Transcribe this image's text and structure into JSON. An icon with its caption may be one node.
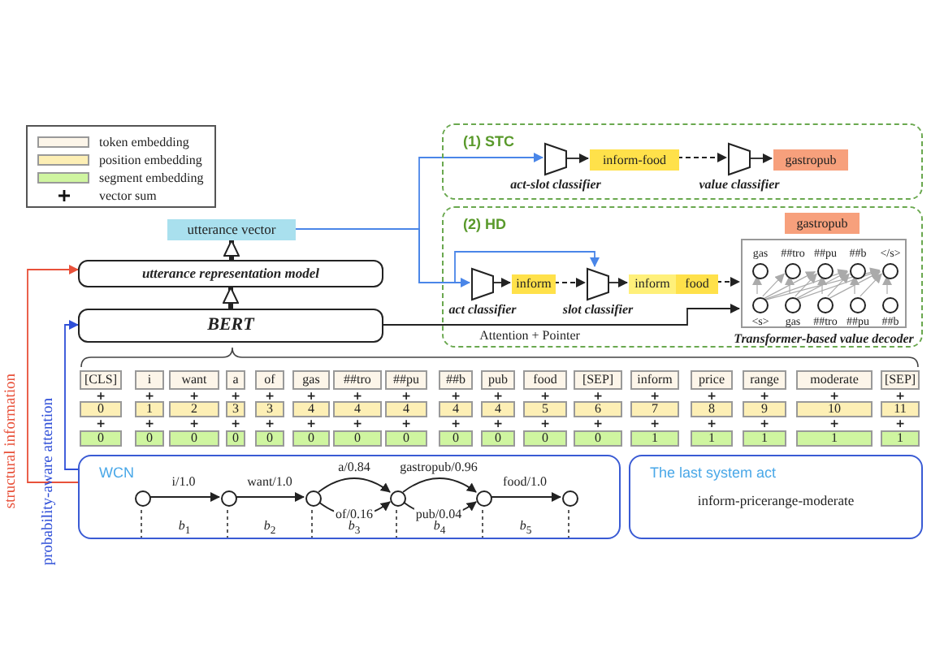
{
  "diagram": {
    "nodes": [
      {
        "text": [
          "utterance vector"
        ]
      },
      {
        "text": [
          "(1) STC"
        ]
      },
      {
        "text": [],
        "shape": "trapezoid",
        "in": 1,
        "beside": [
          "act-slot classifier"
        ]
      },
      {
        "text": [
          "inform-food"
        ],
        "in": 1
      },
      {
        "text": [],
        "shape": "trapezoid",
        "in": 1,
        "beside": [
          "value classifier"
        ]
      },
      {
        "text": [
          "gastropub"
        ],
        "in": 1
      },
      {
        "text": [
          "(2) HD"
        ]
      },
      {
        "text": [
          "gastropub"
        ],
        "in": 6
      },
      {
        "text": [
          "Transformer-based value decoder"
        ],
        "in": 6
      },
      {
        "text": [],
        "shape": "circle",
        "in": 8,
        "beside": [
          "gas"
        ]
      },
      {
        "text": [],
        "shape": "circle",
        "in": 8,
        "beside": [
          "##tro"
        ]
      },
      {
        "text": [],
        "shape": "circle",
        "in": 8,
        "beside": [
          "##pu"
        ]
      },
      {
        "text": [],
        "shape": "circle",
        "in": 8,
        "beside": [
          "##b"
        ]
      },
      {
        "text": [],
        "shape": "circle",
        "in": 8,
        "beside": [
          "</s>"
        ]
      },
      {
        "text": [],
        "shape": "circle",
        "in": 8,
        "beside": [
          "<s>"
        ]
      },
      {
        "text": [],
        "shape": "circle",
        "in": 8,
        "beside": [
          "gas"
        ]
      },
      {
        "text": [],
        "shape": "circle",
        "in": 8,
        "beside": [
          "##tro"
        ]
      },
      {
        "text": [],
        "shape": "circle",
        "in": 8,
        "beside": [
          "##pu"
        ]
      },
      {
        "text": [],
        "shape": "circle",
        "in": 8,
        "beside": [
          "##b"
        ]
      },
      {
        "text": [],
        "shape": "trapezoid",
        "in": 6,
        "beside": [
          "act classifier"
        ]
      },
      {
        "text": [
          "inform"
        ],
        "in": 6
      },
      {
        "text": [],
        "shape": "trapezoid",
        "in": 6,
        "beside": [
          "slot classifier"
        ]
      },
      {
        "text": [
          "inform"
        ],
        "in": 6
      },
      {
        "text": [
          "food"
        ],
        "in": 6
      },
      {
        "text": [
          "utterance representation model"
        ]
      },
      {
        "text": [
          "BERT"
        ]
      },
      {
        "text": [
          "[CLS]"
        ]
      },
      {
        "text": [
          "i"
        ]
      },
      {
        "text": [
          "want"
        ]
      },
      {
        "text": [
          "a"
        ]
      },
      {
        "text": [
          "of"
        ]
      },
      {
        "text": [
          "gas"
        ]
      },
      {
        "text": [
          "##tro"
        ]
      },
      {
        "text": [
          "##pu"
        ]
      },
      {
        "text": [
          "##b"
        ]
      },
      {
        "text": [
          "pub"
        ]
      },
      {
        "text": [
          "food"
        ]
      },
      {
        "text": [
          "[SEP]"
        ]
      },
      {
        "text": [
          "inform"
        ]
      },
      {
        "text": [
          "price"
        ]
      },
      {
        "text": [
          "range"
        ]
      },
      {
        "text": [
          "moderate"
        ]
      },
      {
        "text": [
          "[SEP]"
        ]
      },
      {
        "text": [
          "0"
        ]
      },
      {
        "text": [
          "1"
        ]
      },
      {
        "text": [
          "2"
        ]
      },
      {
        "text": [
          "3"
        ]
      },
      {
        "text": [
          "3"
        ]
      },
      {
        "text": [
          "4"
        ]
      },
      {
        "text": [
          "4"
        ]
      },
      {
        "text": [
          "4"
        ]
      },
      {
        "text": [
          "4"
        ]
      },
      {
        "text": [
          "4"
        ]
      },
      {
        "text": [
          "5"
        ]
      },
      {
        "text": [
          "6"
        ]
      },
      {
        "text": [
          "7"
        ]
      },
      {
        "text": [
          "8"
        ]
      },
      {
        "text": [
          "9"
        ]
      },
      {
        "text": [
          "10"
        ]
      },
      {
        "text": [
          "11"
        ]
      },
      {
        "text": [
          "0"
        ]
      },
      {
        "text": [
          "0"
        ]
      },
      {
        "text": [
          "0"
        ]
      },
      {
        "text": [
          "0"
        ]
      },
      {
        "text": [
          "0"
        ]
      },
      {
        "text": [
          "0"
        ]
      },
      {
        "text": [
          "0"
        ]
      },
      {
        "text": [
          "0"
        ]
      },
      {
        "text": [
          "0"
        ]
      },
      {
        "text": [
          "0"
        ]
      },
      {
        "text": [
          "0"
        ]
      },
      {
        "text": [
          "0"
        ]
      },
      {
        "text": [
          "1"
        ]
      },
      {
        "text": [
          "1"
        ]
      },
      {
        "text": [
          "1"
        ]
      },
      {
        "text": [
          "1"
        ]
      },
      {
        "text": [
          "1"
        ]
      },
      {
        "text": [
          "WCN"
        ]
      },
      {
        "text": [],
        "shape": "circle",
        "in": 77
      },
      {
        "text": [],
        "shape": "circle",
        "in": 77
      },
      {
        "text": [],
        "shape": "circle",
        "in": 77
      },
      {
        "text": [],
        "shape": "circle",
        "in": 77
      },
      {
        "text": [],
        "shape": "circle",
        "in": 77
      },
      {
        "text": [],
        "shape": "circle",
        "in": 77
      },
      {
        "text": [
          "The last system act",
          "inform-pricerange-moderate"
        ]
      }
    ],
    "edges": [
      {
        "from": 0,
        "to": 2,
        "arrow": "to",
        "color": "#4a86e8"
      },
      {
        "from": 0,
        "to": 19,
        "arrow": "to",
        "color": "#4a86e8"
      },
      {
        "from": 0,
        "to": 21,
        "arrow": "to",
        "color": "#4a86e8"
      },
      {
        "from": 2,
        "to": 3,
        "arrow": "to"
      },
      {
        "from": 3,
        "to": 4,
        "arrow": "to",
        "style": "dashed"
      },
      {
        "from": 4,
        "to": 5,
        "arrow": "to"
      },
      {
        "from": 19,
        "to": 20,
        "arrow": "to"
      },
      {
        "from": 20,
        "to": 21,
        "arrow": "to",
        "style": "dashed"
      },
      {
        "from": 21,
        "to": 22,
        "arrow": "to"
      },
      {
        "from": 23,
        "to": 8,
        "arrow": "to",
        "style": "dashed"
      },
      {
        "from": 25,
        "to": 8,
        "arrow": "to",
        "label": "Attention + Pointer"
      },
      {
        "from": 25,
        "to": 24,
        "arrow": "to",
        "style": "thick"
      },
      {
        "from": 24,
        "to": 0,
        "arrow": "to",
        "style": "thick"
      },
      {
        "from": 77,
        "to": 24,
        "arrow": "to",
        "label": "structural information",
        "color": "#e8513a"
      },
      {
        "from": 77,
        "to": 25,
        "arrow": "to",
        "label": "probability-aware attention",
        "color": "#2f4fd8"
      },
      {
        "from": 78,
        "to": 79,
        "arrow": "to",
        "label": "i/1.0"
      },
      {
        "from": 79,
        "to": 80,
        "arrow": "to",
        "label": "want/1.0"
      },
      {
        "from": 80,
        "to": 81,
        "arrow": "to",
        "label": "a/0.84"
      },
      {
        "from": 80,
        "to": 81,
        "arrow": "to",
        "label": "of/0.16"
      },
      {
        "from": 81,
        "to": 82,
        "arrow": "to",
        "label": "gastropub/0.96"
      },
      {
        "from": 81,
        "to": 82,
        "arrow": "to",
        "label": "pub/0.04"
      },
      {
        "from": 82,
        "to": 83,
        "arrow": "to",
        "label": "food/1.0"
      },
      {
        "from": 14,
        "to": 9,
        "arrow": "to",
        "color": "#aaaaaa"
      },
      {
        "from": 14,
        "to": 10,
        "arrow": "to",
        "color": "#aaaaaa"
      },
      {
        "from": 14,
        "to": 11,
        "arrow": "to",
        "color": "#aaaaaa"
      },
      {
        "from": 14,
        "to": 12,
        "arrow": "to",
        "color": "#aaaaaa"
      },
      {
        "from": 14,
        "to": 13,
        "arrow": "to",
        "color": "#aaaaaa"
      },
      {
        "from": 15,
        "to": 10,
        "arrow": "to",
        "color": "#aaaaaa"
      },
      {
        "from": 15,
        "to": 11,
        "arrow": "to",
        "color": "#aaaaaa"
      },
      {
        "from": 15,
        "to": 12,
        "arrow": "to",
        "color": "#aaaaaa"
      },
      {
        "from": 15,
        "to": 13,
        "arrow": "to",
        "color": "#aaaaaa"
      },
      {
        "from": 16,
        "to": 11,
        "arrow": "to",
        "color": "#aaaaaa"
      },
      {
        "from": 16,
        "to": 12,
        "arrow": "to",
        "color": "#aaaaaa"
      },
      {
        "from": 16,
        "to": 13,
        "arrow": "to",
        "color": "#aaaaaa"
      },
      {
        "from": 17,
        "to": 12,
        "arrow": "to",
        "color": "#aaaaaa"
      },
      {
        "from": 17,
        "to": 13,
        "arrow": "to",
        "color": "#aaaaaa"
      },
      {
        "from": 18,
        "to": 13,
        "arrow": "to",
        "color": "#aaaaaa"
      }
    ],
    "labels": [
      "+",
      "+",
      "+",
      "+",
      "+",
      "+",
      "+",
      "+",
      "+",
      "+",
      "+",
      "+",
      "+",
      "+",
      "+",
      "+",
      "+",
      "+",
      "+",
      "+",
      "+",
      "+",
      "+",
      "+",
      "+",
      "+",
      "+",
      "+",
      "+",
      "+",
      "+",
      "+",
      "+",
      "+",
      "*b*$_{1}$",
      "*b*$_{2}$",
      "*b*$_{3}$",
      "*b*$_{4}$",
      "*b*$_{5}$"
    ],
    "legend": [
      {
        "text": "token embedding",
        "color": "#fcf5e9"
      },
      {
        "text": "position embedding",
        "color": "#fdefb5"
      },
      {
        "text": "segment embedding",
        "color": "#cff5a0"
      },
      {
        "text": "vector sum"
      }
    ]
  }
}
